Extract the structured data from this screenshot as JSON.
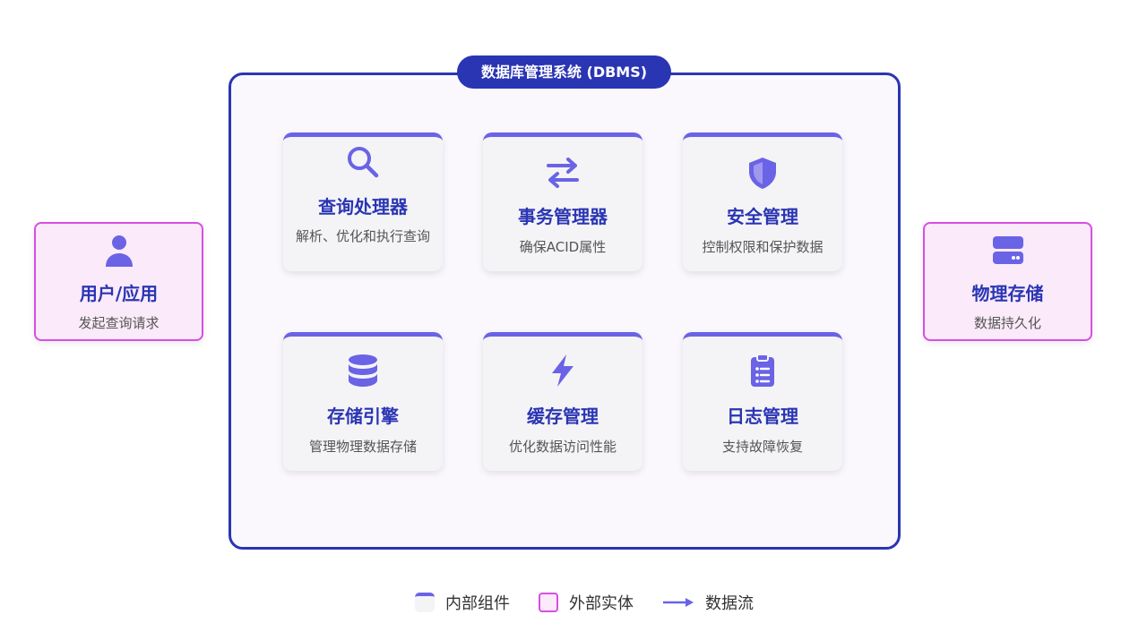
{
  "dbms": {
    "title": "数据库管理系统 (DBMS)"
  },
  "components": [
    {
      "icon": "search-icon",
      "title": "查询处理器",
      "desc": "解析、优化和执行查询"
    },
    {
      "icon": "arrows-exchange-icon",
      "title": "事务管理器",
      "desc": "确保ACID属性"
    },
    {
      "icon": "shield-icon",
      "title": "安全管理",
      "desc": "控制权限和保护数据"
    },
    {
      "icon": "database-icon",
      "title": "存储引擎",
      "desc": "管理物理数据存储"
    },
    {
      "icon": "lightning-icon",
      "title": "缓存管理",
      "desc": "优化数据访问性能"
    },
    {
      "icon": "clipboard-list-icon",
      "title": "日志管理",
      "desc": "支持故障恢复"
    }
  ],
  "external": {
    "user": {
      "icon": "user-icon",
      "title": "用户/应用",
      "desc": "发起查询请求"
    },
    "storage": {
      "icon": "server-icon",
      "title": "物理存储",
      "desc": "数据持久化"
    }
  },
  "legend": {
    "internal": "内部组件",
    "external": "外部实体",
    "flow": "数据流"
  },
  "colors": {
    "primary": "#2a35b3",
    "accent": "#6a63e6",
    "external_border": "#d94ee3",
    "external_bg": "#fbeaf9",
    "card_bg": "#f4f4f6",
    "frame_bg": "#faf8fd"
  }
}
